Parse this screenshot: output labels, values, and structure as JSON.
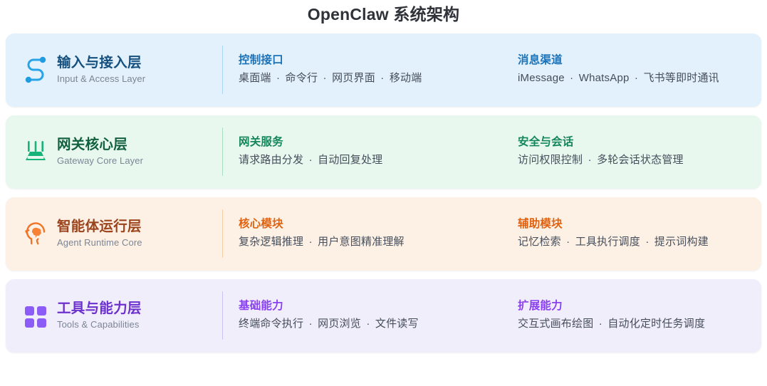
{
  "title": "OpenClaw 系统架构",
  "layers": [
    {
      "id": "input-access",
      "theme": "blue",
      "icon": "s-curve-connection-icon",
      "name_cn": "输入与接入层",
      "name_en": "Input & Access Layer",
      "accent": "#1c73b8",
      "background": "#e2f1fc",
      "groups": [
        {
          "title": "控制接口",
          "items": [
            "桌面端",
            "命令行",
            "网页界面",
            "移动端"
          ]
        },
        {
          "title": "消息渠道",
          "items": [
            "iMessage",
            "WhatsApp",
            "飞书等即时通讯"
          ]
        }
      ]
    },
    {
      "id": "gateway-core",
      "theme": "green",
      "icon": "router-gateway-icon",
      "name_cn": "网关核心层",
      "name_en": "Gateway Core Layer",
      "accent": "#14865a",
      "background": "#e9f8ef",
      "groups": [
        {
          "title": "网关服务",
          "items": [
            "请求路由分发",
            "自动回复处理"
          ]
        },
        {
          "title": "安全与会话",
          "items": [
            "访问权限控制",
            "多轮会话状态管理"
          ]
        }
      ]
    },
    {
      "id": "agent-runtime",
      "theme": "orange",
      "icon": "head-brain-icon",
      "name_cn": "智能体运行层",
      "name_en": "Agent Runtime Core",
      "accent": "#e1620e",
      "background": "#fdf1e6",
      "groups": [
        {
          "title": "核心模块",
          "items": [
            "复杂逻辑推理",
            "用户意图精准理解"
          ]
        },
        {
          "title": "辅助模块",
          "items": [
            "记忆检索",
            "工具执行调度",
            "提示词构建"
          ]
        }
      ]
    },
    {
      "id": "tools-capabilities",
      "theme": "purple",
      "icon": "grid-squares-icon",
      "name_cn": "工具与能力层",
      "name_en": "Tools & Capabilities",
      "accent": "#8a3ff0",
      "background": "#f1eefc",
      "groups": [
        {
          "title": "基础能力",
          "items": [
            "终端命令执行",
            "网页浏览",
            "文件读写"
          ]
        },
        {
          "title": "扩展能力",
          "items": [
            "交互式画布绘图",
            "自动化定时任务调度"
          ]
        }
      ]
    }
  ]
}
